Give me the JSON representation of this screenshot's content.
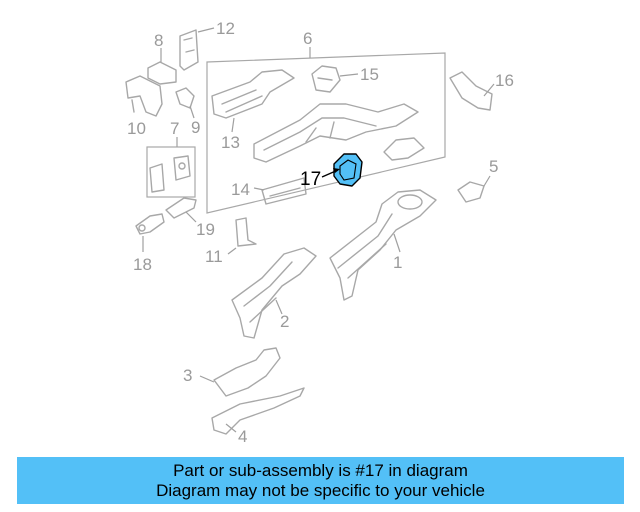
{
  "banner": {
    "line1": "Part or sub-assembly is #17 in diagram",
    "line2": "Diagram may not be specific to your vehicle"
  },
  "highlight_color": "#53c0f7",
  "highlighted_part": "17",
  "callouts": {
    "c1": "1",
    "c2": "2",
    "c3": "3",
    "c4": "4",
    "c5": "5",
    "c6": "6",
    "c7": "7",
    "c8": "8",
    "c9": "9",
    "c10": "10",
    "c11": "11",
    "c12": "12",
    "c13": "13",
    "c14": "14",
    "c15": "15",
    "c16": "16",
    "c17": "17",
    "c18": "18",
    "c19": "19"
  }
}
